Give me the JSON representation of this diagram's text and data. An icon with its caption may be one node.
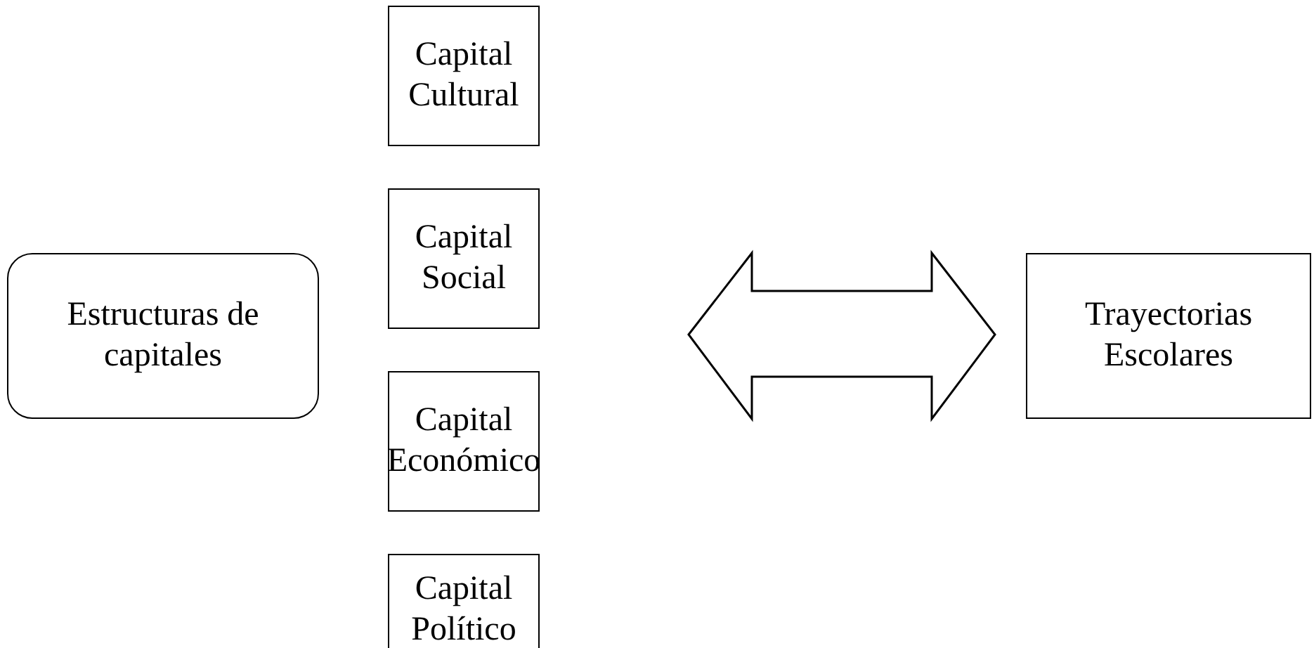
{
  "diagram": {
    "nodes": [
      {
        "text": [
          "Estructuras de capitales"
        ]
      },
      {
        "text": [
          "Capital Cultural"
        ]
      },
      {
        "text": [
          "Capital Social"
        ]
      },
      {
        "text": [
          "Capital Económico"
        ]
      },
      {
        "text": [
          "Capital Político"
        ]
      },
      {
        "text": [
          "Trayectorias Escolares"
        ]
      }
    ],
    "edges": [
      {
        "from": null,
        "to": 5,
        "arrow": "both"
      }
    ]
  }
}
